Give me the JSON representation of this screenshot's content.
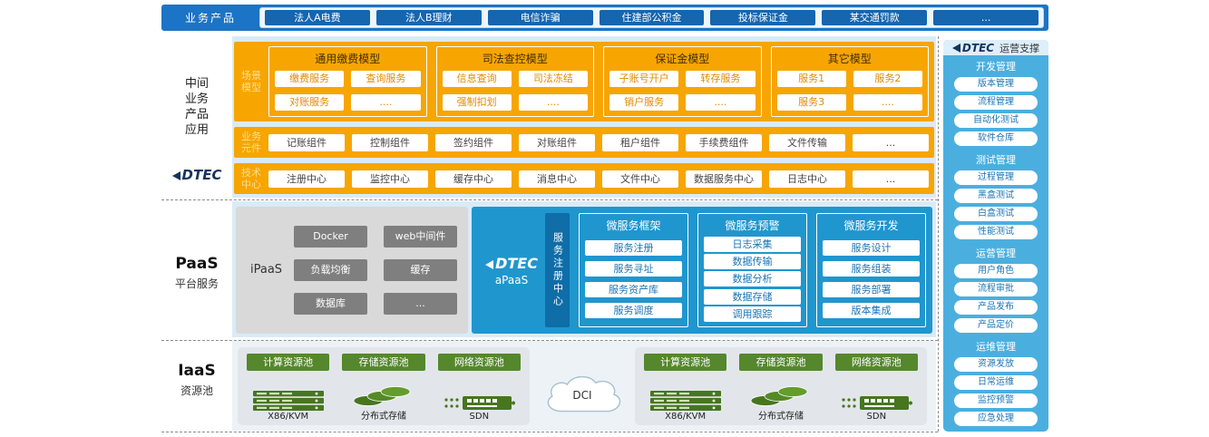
{
  "colors": {
    "top_bar_blue": "#1b74c5",
    "product_button_blue": "#1565af",
    "orange": "#f7a501",
    "orange_label_text": "#ffdf91",
    "scenario_item_text": "#e28a00",
    "light_blue_bg": "#d9ebf8",
    "apaas_blue": "#2096ce",
    "apaas_tab_blue": "#0f6da8",
    "ipaas_gray": "#d9d9d9",
    "ipaas_button_gray": "#7f7f7f",
    "iaas_green": "#55872c",
    "sidebar_blue": "#4aafdf",
    "dtec_navy": "#16345f"
  },
  "top_bar": {
    "label": "业务产品",
    "products": [
      "法人A电费",
      "法人B理财",
      "电信诈骗",
      "住建部公积金",
      "投标保证金",
      "某交通罚款",
      "..."
    ]
  },
  "left": {
    "mid_lines": [
      "中间",
      "业务",
      "产品",
      "应用"
    ],
    "dtec_text": "DTEC",
    "paas_title": "PaaS",
    "paas_sub": "平台服务",
    "iaas_title": "IaaS",
    "iaas_sub": "资源池"
  },
  "mid": {
    "scenario_label": [
      "场景",
      "模型"
    ],
    "groups": [
      {
        "title": "通用缴费模型",
        "items": [
          "缴费服务",
          "查询服务",
          "对账服务",
          "...."
        ]
      },
      {
        "title": "司法查控模型",
        "items": [
          "信息查询",
          "司法冻结",
          "强制扣划",
          "...."
        ]
      },
      {
        "title": "保证金模型",
        "items": [
          "子账号开户",
          "转存服务",
          "销户服务",
          "...."
        ]
      },
      {
        "title": "其它模型",
        "items": [
          "服务1",
          "服务2",
          "服务3",
          "...."
        ]
      }
    ],
    "biz_label": [
      "业务",
      "元件"
    ],
    "biz_items": [
      "记账组件",
      "控制组件",
      "签约组件",
      "对账组件",
      "租户组件",
      "手续费组件",
      "文件传输",
      "..."
    ],
    "tech_label": [
      "技术",
      "中心"
    ],
    "tech_items": [
      "注册中心",
      "监控中心",
      "缓存中心",
      "消息中心",
      "文件中心",
      "数据服务中心",
      "日志中心",
      "..."
    ]
  },
  "paas": {
    "ipaas_label": "iPaaS",
    "ipaas_items": [
      "Docker",
      "web中间件",
      "负载均衡",
      "缓存",
      "数据库",
      "..."
    ],
    "apaas_logo_text": "DTEC",
    "apaas_label": "aPaaS",
    "reg_center": "服务注册中心",
    "columns": [
      {
        "title": "微服务框架",
        "items": [
          "服务注册",
          "服务寻址",
          "服务资产库",
          "服务调度"
        ]
      },
      {
        "title": "微服务预警",
        "items": [
          "日志采集",
          "数据传输",
          "数据分析",
          "数据存储",
          "调用跟踪"
        ]
      },
      {
        "title": "微服务开发",
        "items": [
          "服务设计",
          "服务组装",
          "服务部署",
          "版本集成"
        ]
      }
    ]
  },
  "iaas": {
    "pools": [
      {
        "buttons": [
          "计算资源池",
          "存储资源池",
          "网络资源池"
        ],
        "icon_labels": [
          "X86/KVM",
          "分布式存储",
          "SDN"
        ]
      },
      {
        "buttons": [
          "计算资源池",
          "存储资源池",
          "网络资源池"
        ],
        "icon_labels": [
          "X86/KVM",
          "分布式存储",
          "SDN"
        ]
      }
    ],
    "dci_label": "DCI"
  },
  "sidebar": {
    "logo_text": "DTEC",
    "title": "运营支撑",
    "groups": [
      {
        "title": "开发管理",
        "items": [
          "版本管理",
          "流程管理",
          "自动化测试",
          "软件仓库"
        ]
      },
      {
        "title": "测试管理",
        "items": [
          "过程管理",
          "黑盒测试",
          "白盒测试",
          "性能测试"
        ]
      },
      {
        "title": "运营管理",
        "items": [
          "用户角色",
          "流程审批",
          "产品发布",
          "产品定价"
        ]
      },
      {
        "title": "运维管理",
        "items": [
          "资源发放",
          "日常运维",
          "监控预警",
          "应急处理"
        ]
      }
    ]
  }
}
